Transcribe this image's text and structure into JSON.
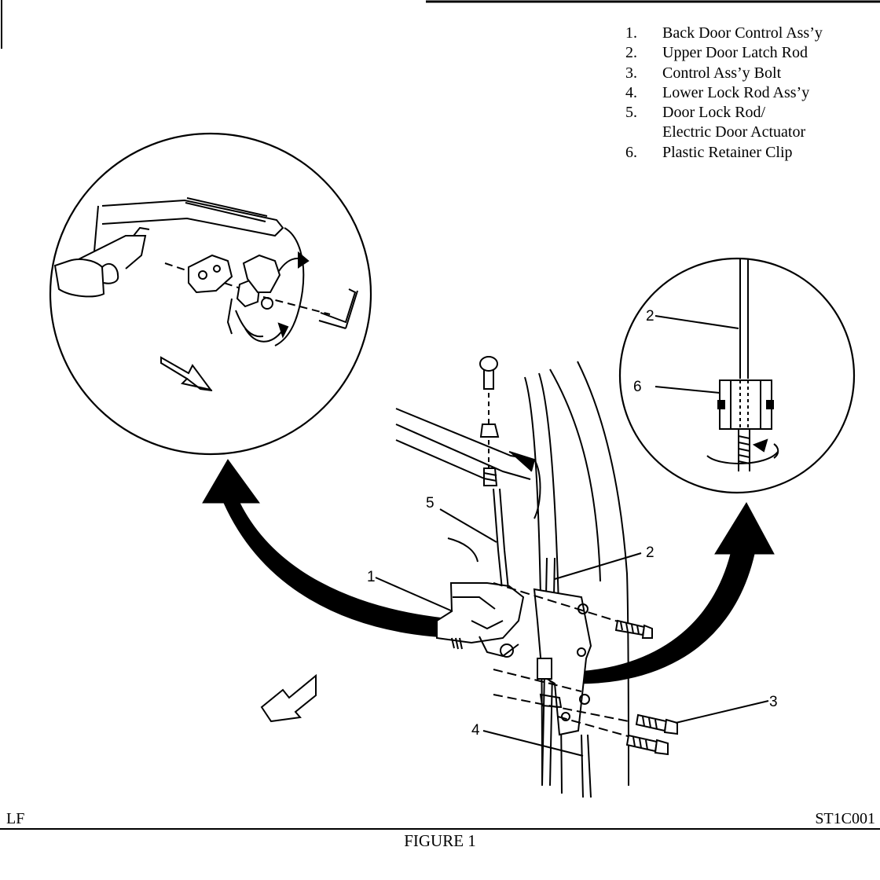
{
  "legend": [
    {
      "num": "1.",
      "text": "Back Door Control Ass’y"
    },
    {
      "num": "2.",
      "text": "Upper Door Latch Rod"
    },
    {
      "num": "3.",
      "text": "Control Ass’y Bolt"
    },
    {
      "num": "4.",
      "text": "Lower Lock Rod Ass’y"
    },
    {
      "num": "5.",
      "text": "Door Lock Rod/"
    },
    {
      "num": "",
      "text": "Electric Door Actuator"
    },
    {
      "num": "6.",
      "text": "Plastic Retainer Clip"
    }
  ],
  "callouts": {
    "c1": "1",
    "c2_main": "2",
    "c2_detail": "2",
    "c3": "3",
    "c4": "4",
    "c5": "5",
    "c6": "6"
  },
  "footer": {
    "left_code": "LF",
    "right_code": "ST1C001",
    "figure_caption": "FIGURE 1"
  }
}
